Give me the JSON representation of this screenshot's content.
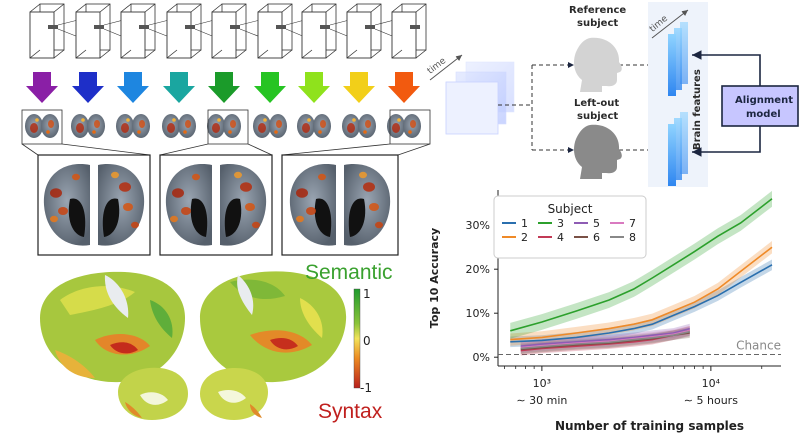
{
  "pipeline": {
    "time_label": "time",
    "reference_subject": [
      "Reference",
      "subject"
    ],
    "leftout_subject": [
      "Left-out",
      "subject"
    ],
    "brain_features_label": "Brain  features",
    "alignment_model": [
      "Alignment",
      "model"
    ]
  },
  "semantic_map": {
    "semantic_label": "Semantic",
    "syntax_label": "Syntax",
    "colorbar_ticks": [
      "1",
      "0",
      "-1"
    ],
    "colors": {
      "semantic": "#3aa12f",
      "syntax": "#c0201e"
    }
  },
  "arrow_colors": [
    "#8a1fa6",
    "#1e2fc8",
    "#1e86e0",
    "#1aa6a0",
    "#1b9b2a",
    "#26c423",
    "#8fe21c",
    "#f2cf19",
    "#f25a0f"
  ],
  "chart_data": {
    "type": "line",
    "title": "",
    "xlabel": "Number of training samples",
    "ylabel": "Top 10 Accuracy",
    "xscale": "log",
    "xlim": [
      550,
      26000
    ],
    "ylim": [
      -2,
      38
    ],
    "yticks": [
      0,
      10,
      20,
      30
    ],
    "ytick_labels": [
      "0%",
      "10%",
      "20%",
      "30%"
    ],
    "xticks": [
      1000,
      10000
    ],
    "xtick_labels": [
      "10³",
      "10⁴"
    ],
    "xtick_sublabels": [
      "∼ 30 min",
      "∼ 5 hours"
    ],
    "chance": {
      "y": 0.6,
      "label": "Chance"
    },
    "legend": {
      "title": "Subject",
      "position": "top-left"
    },
    "grid": false,
    "series": [
      {
        "name": "1",
        "color": "#2a6fae",
        "x": [
          650,
          1000,
          1600,
          2500,
          3500,
          4500,
          6000,
          8000,
          11000,
          15000,
          23000
        ],
        "y": [
          3.5,
          3.8,
          4.5,
          5.5,
          6.5,
          7.5,
          9.5,
          11.5,
          14.0,
          17.0,
          21.0
        ]
      },
      {
        "name": "2",
        "color": "#ef8a28",
        "x": [
          650,
          1000,
          1600,
          2500,
          3500,
          4500,
          6000,
          8000,
          11000,
          15000,
          23000
        ],
        "y": [
          4.0,
          4.5,
          5.5,
          6.5,
          7.5,
          8.5,
          10.5,
          12.5,
          15.5,
          19.5,
          25.0
        ]
      },
      {
        "name": "3",
        "color": "#2ca02c",
        "x": [
          650,
          1000,
          1600,
          2500,
          3500,
          4500,
          6000,
          8000,
          11000,
          15000,
          23000
        ],
        "y": [
          6.0,
          8.0,
          10.5,
          13.0,
          15.5,
          18.0,
          21.0,
          24.0,
          27.5,
          30.5,
          36.0
        ]
      },
      {
        "name": "4",
        "color": "#c23a56",
        "x": [
          750,
          1000,
          1600,
          2500,
          3500,
          4500,
          6000,
          7500
        ],
        "y": [
          1.5,
          2.0,
          2.5,
          3.0,
          3.5,
          4.0,
          5.0,
          6.0
        ]
      },
      {
        "name": "5",
        "color": "#8e5cb4",
        "x": [
          750,
          1000,
          1600,
          2500,
          3500,
          4500,
          6000,
          7500
        ],
        "y": [
          2.5,
          3.0,
          3.5,
          4.0,
          4.5,
          5.0,
          5.5,
          6.5
        ]
      },
      {
        "name": "6",
        "color": "#7a5146",
        "x": [
          750,
          1000,
          1600,
          2500,
          3500,
          4500,
          6000,
          7500
        ],
        "y": [
          1.8,
          2.2,
          2.8,
          3.2,
          3.8,
          4.2,
          5.0,
          5.5
        ]
      },
      {
        "name": "7",
        "color": "#d97ac0",
        "x": [
          750,
          1000,
          1600,
          2500,
          3500,
          4500,
          6000,
          7500
        ],
        "y": [
          2.2,
          2.6,
          3.2,
          3.6,
          4.2,
          4.6,
          5.2,
          6.0
        ]
      },
      {
        "name": "8",
        "color": "#888888",
        "x": [
          750,
          1000,
          1600,
          2500,
          3500,
          4500,
          6000,
          7500
        ],
        "y": [
          2.0,
          2.4,
          3.0,
          3.4,
          4.0,
          4.4,
          5.0,
          5.8
        ]
      }
    ]
  }
}
